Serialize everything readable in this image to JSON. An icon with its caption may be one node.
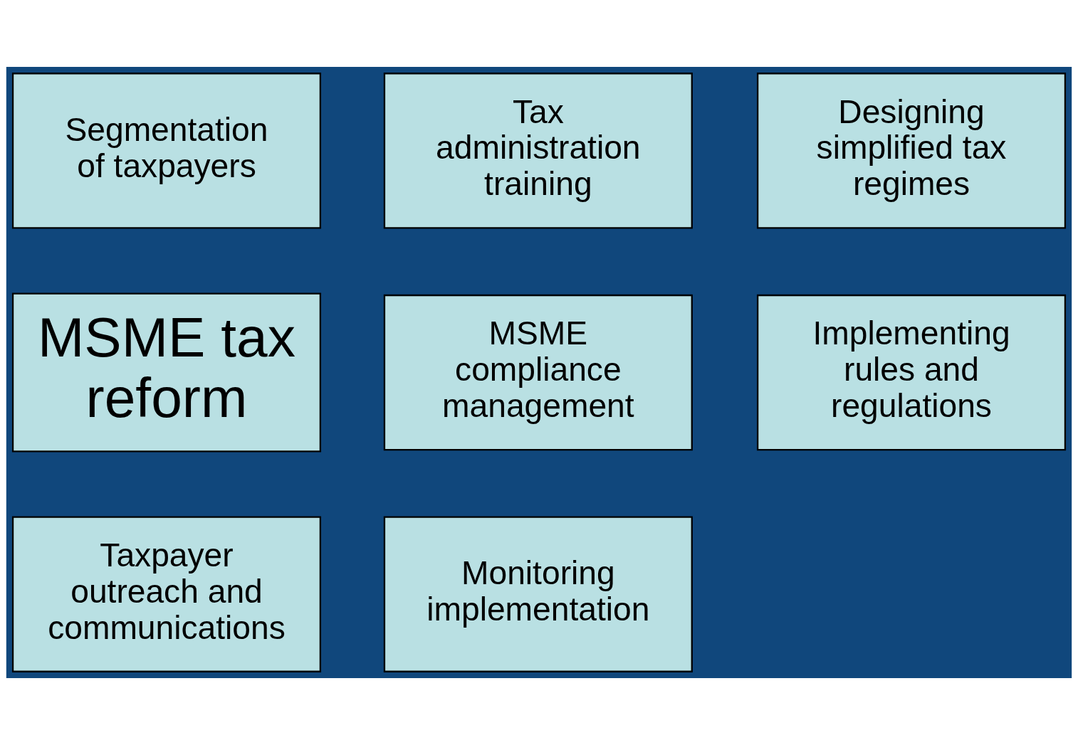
{
  "diagram": {
    "nodes": [
      {
        "text": [
          "Segmentation of taxpayers"
        ]
      },
      {
        "text": [
          "Tax administration training"
        ]
      },
      {
        "text": [
          "Designing simplified tax regimes"
        ]
      },
      {
        "text": [
          "MSME tax reform"
        ]
      },
      {
        "text": [
          "MSME compliance management"
        ]
      },
      {
        "text": [
          "Implementing rules and regulations"
        ]
      },
      {
        "text": [
          "Taxpayer outreach and communications"
        ]
      },
      {
        "text": [
          "Monitoring implementation"
        ]
      }
    ],
    "edges": []
  }
}
